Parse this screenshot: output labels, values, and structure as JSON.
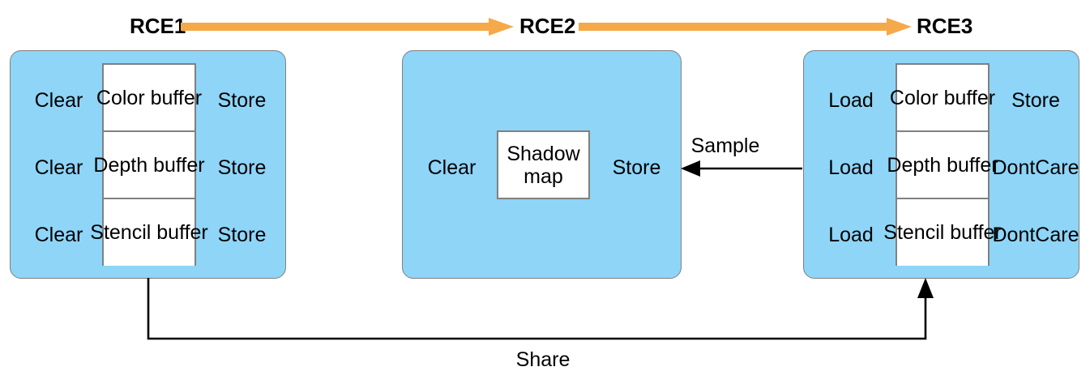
{
  "diagram": {
    "title_sequence": [
      "RCE1",
      "RCE2",
      "RCE3"
    ],
    "colors": {
      "pass_fill": "#8ed5f8",
      "pass_border": "#808080",
      "attachment_fill": "#ffffff",
      "attachment_border": "#808080",
      "flow_arrow": "#f2a council",
      "connector": "#000000"
    }
  },
  "passes": [
    {
      "id": "rce1",
      "label": "RCE1",
      "load_ops": [
        "Clear",
        "Clear",
        "Clear"
      ],
      "attachments": [
        "Color buffer",
        "Depth buffer",
        "Stencil buffer"
      ],
      "attachment_lines": [
        [
          "Color",
          "buffer"
        ],
        [
          "Depth",
          "buffer"
        ],
        [
          "Stencil",
          "buffer"
        ]
      ],
      "store_ops": [
        "Store",
        "Store",
        "Store"
      ]
    },
    {
      "id": "rce2",
      "label": "RCE2",
      "load_ops": [
        "Clear"
      ],
      "attachments": [
        "Shadow map"
      ],
      "attachment_lines": [
        [
          "Shadow",
          "map"
        ]
      ],
      "store_ops": [
        "Store"
      ]
    },
    {
      "id": "rce3",
      "label": "RCE3",
      "load_ops": [
        "Load",
        "Load",
        "Load"
      ],
      "attachments": [
        "Color buffer",
        "Depth buffer",
        "Stencil buffer"
      ],
      "attachment_lines": [
        [
          "Color",
          "buffer"
        ],
        [
          "Depth",
          "buffer"
        ],
        [
          "Stencil",
          "buffer"
        ]
      ],
      "store_ops": [
        "Store",
        "DontCare",
        "DontCare"
      ]
    }
  ],
  "flow_arrows": [
    {
      "name": "rce1-to-rce2",
      "from": "RCE1",
      "to": "RCE2"
    },
    {
      "name": "rce2-to-rce3",
      "from": "RCE2",
      "to": "RCE3"
    }
  ],
  "connectors": [
    {
      "name": "sample",
      "label": "Sample",
      "from": "RCE3",
      "to": "RCE2"
    },
    {
      "name": "share",
      "label": "Share",
      "from": "RCE1",
      "to": "RCE3"
    }
  ]
}
